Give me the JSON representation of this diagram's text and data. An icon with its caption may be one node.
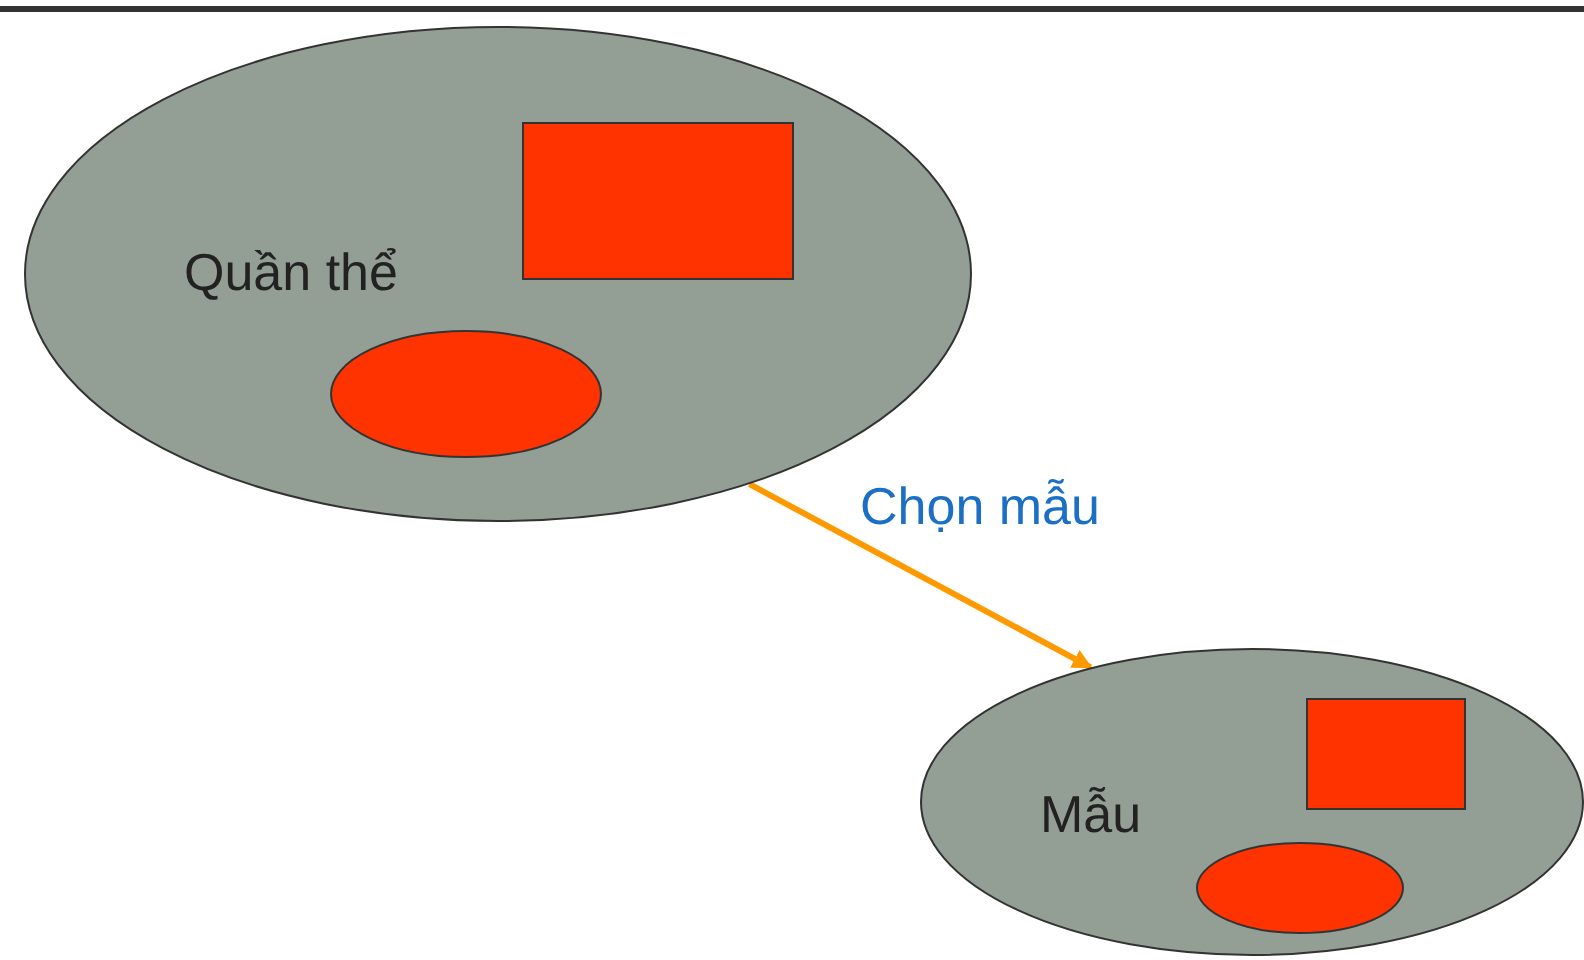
{
  "diagram": {
    "nodes": [
      {
        "text": [
          "Quần thể"
        ]
      },
      {
        "text": [],
        "shape": "box",
        "in": 0
      },
      {
        "text": [],
        "shape": "ellipse",
        "in": 0
      },
      {
        "text": [
          "Mẫu"
        ]
      },
      {
        "text": [],
        "shape": "box",
        "in": 3
      },
      {
        "text": [],
        "shape": "ellipse",
        "in": 3
      }
    ],
    "edges": [
      {
        "from": 0,
        "to": 3,
        "arrow": "to",
        "label": "Chọn mẫu",
        "color": "#ff9900"
      }
    ]
  }
}
